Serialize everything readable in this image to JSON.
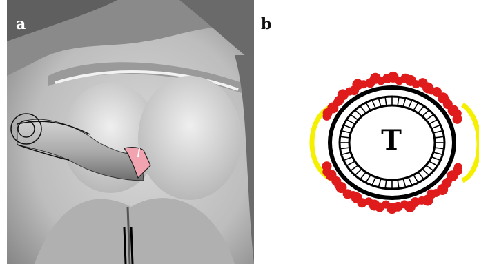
{
  "panels": {
    "a": {
      "label": "a"
    },
    "b": {
      "label": "b",
      "center_label": "T"
    }
  },
  "colors": {
    "outer_ring_red": "#e01b1b",
    "side_arcs_yellow": "#f5f000",
    "ring_black": "#000000",
    "highlight_pink": "#f2a3b0"
  }
}
